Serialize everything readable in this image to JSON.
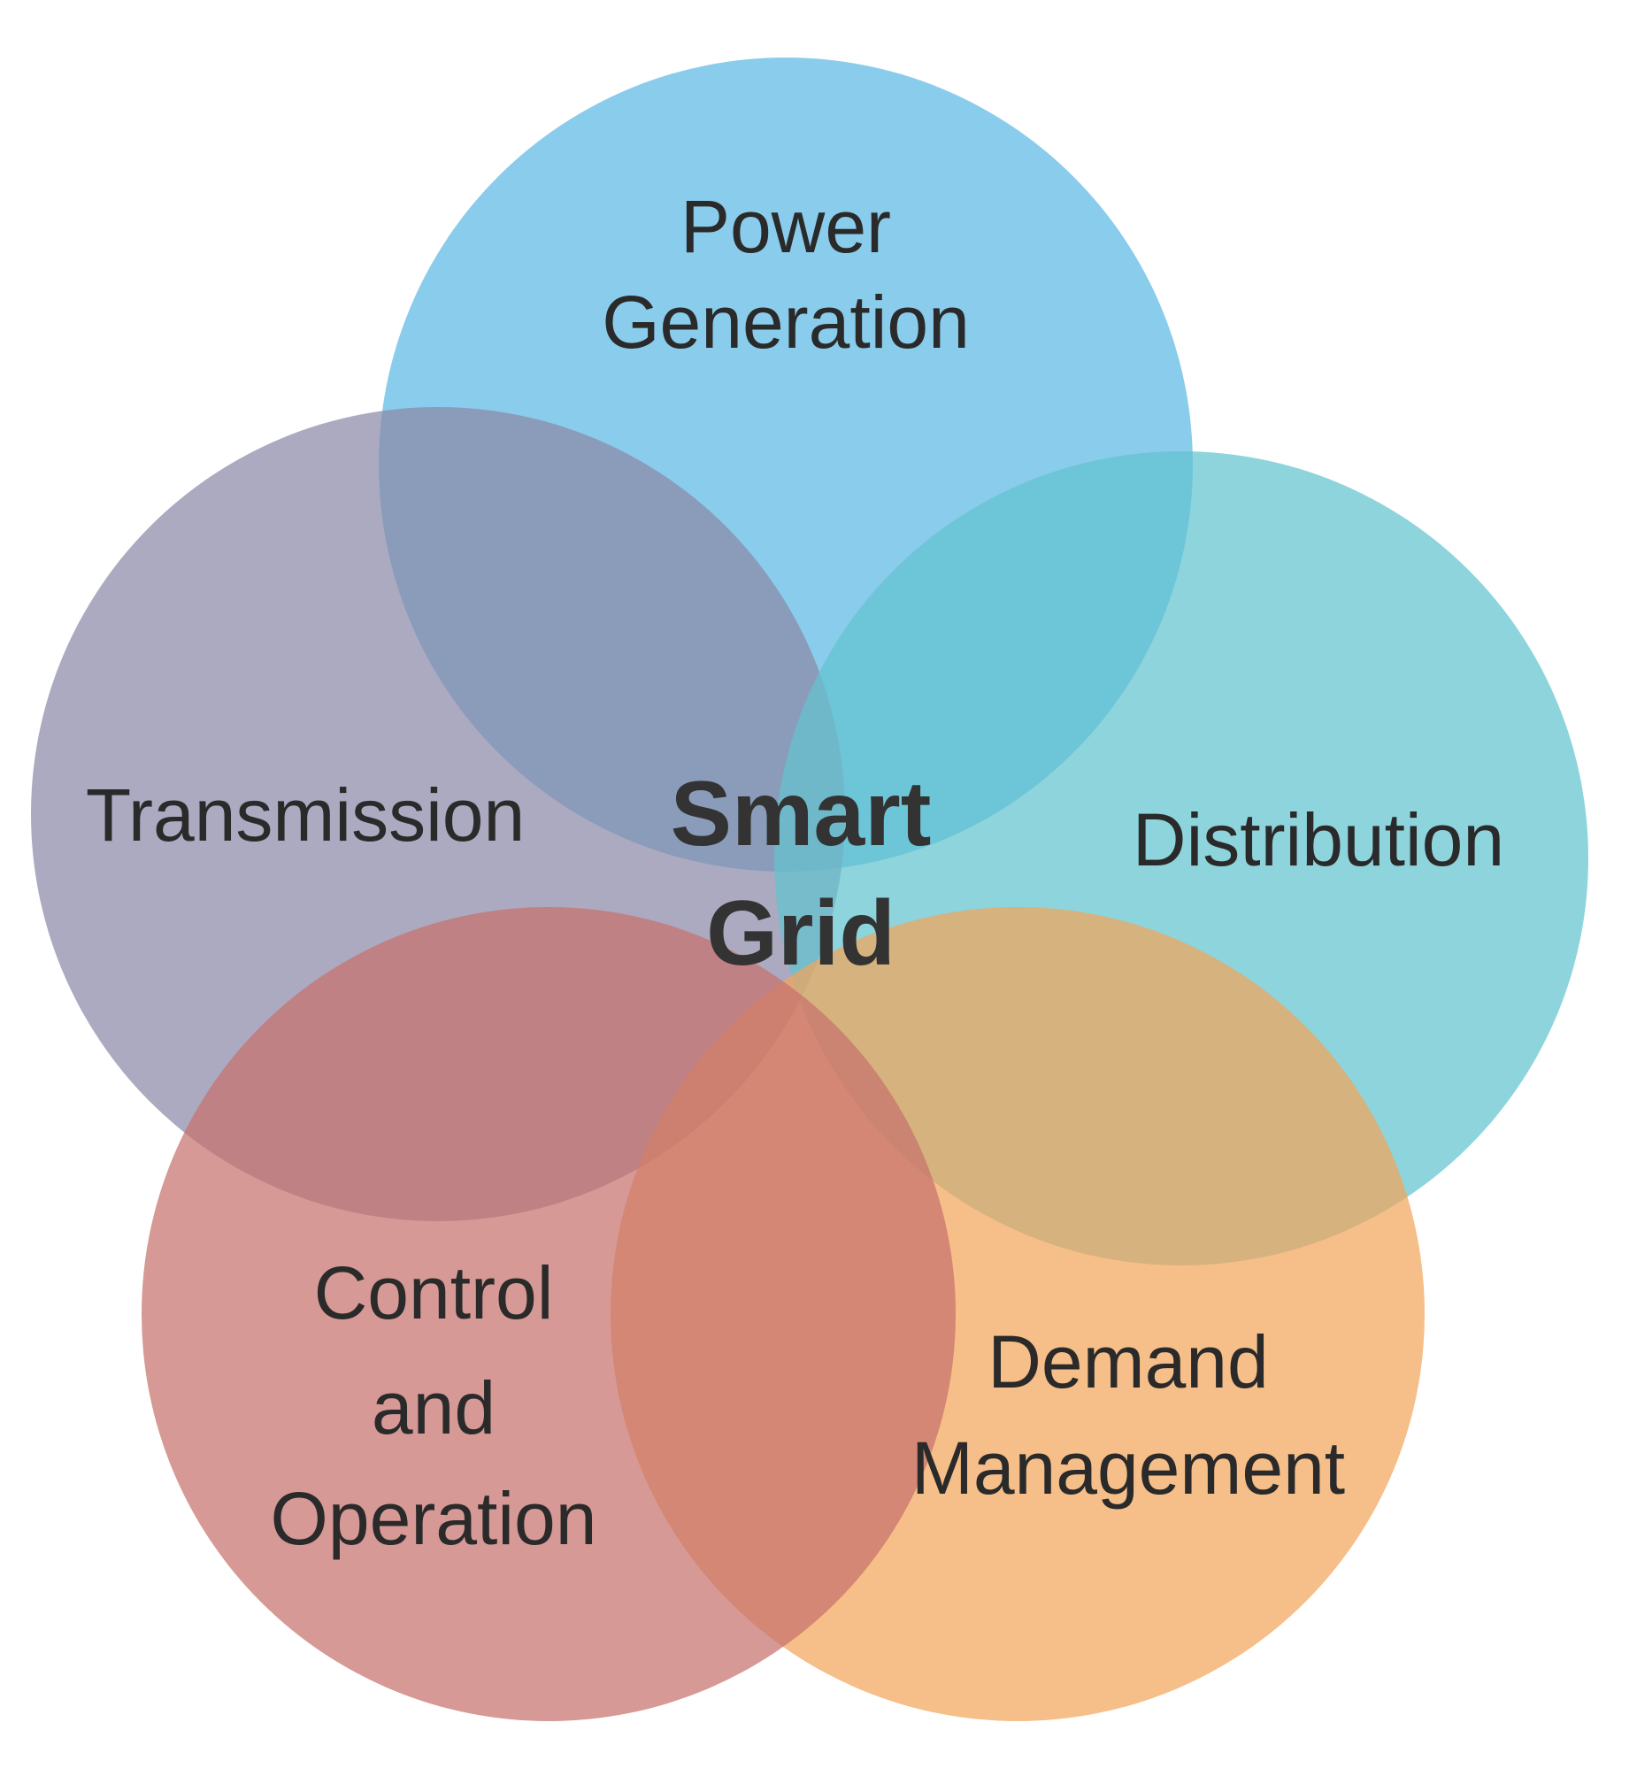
{
  "diagram": {
    "center": {
      "line1": "Smart",
      "line2": "Grid"
    },
    "circles": [
      {
        "id": "power-generation",
        "lines": [
          "Power",
          "Generation"
        ],
        "color": "#5BB8E3"
      },
      {
        "id": "transmission",
        "lines": [
          "Transmission"
        ],
        "color": "#8C89A8"
      },
      {
        "id": "distribution",
        "lines": [
          "Distribution"
        ],
        "color": "#62C3CE"
      },
      {
        "id": "control-operation",
        "lines": [
          "Control",
          "and",
          "Operation"
        ],
        "color": "#C6716C"
      },
      {
        "id": "demand-management",
        "lines": [
          "Demand",
          "Management"
        ],
        "color": "#F2A55A"
      }
    ]
  }
}
